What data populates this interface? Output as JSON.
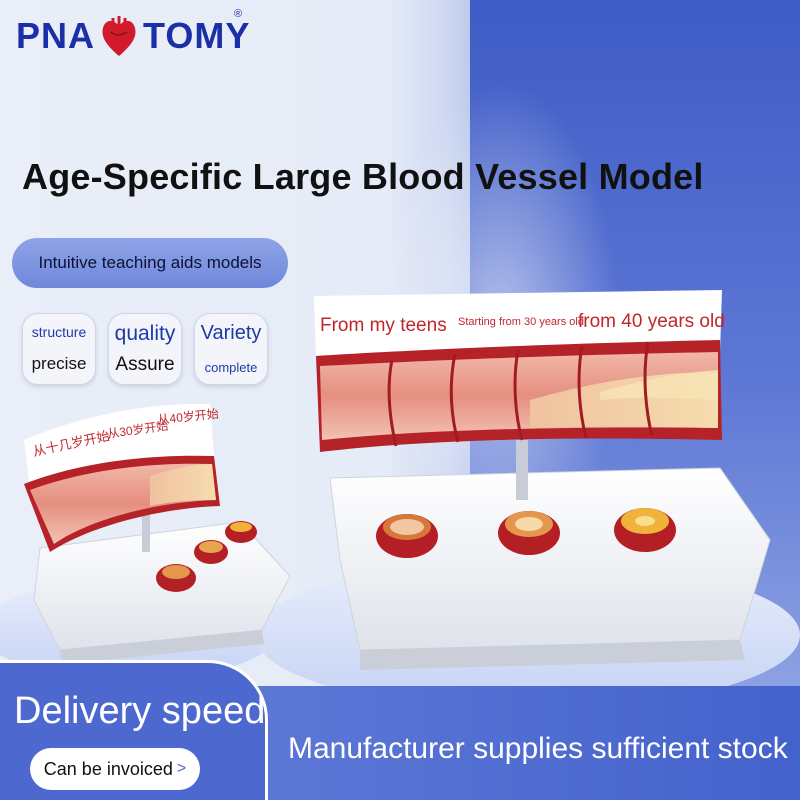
{
  "brand": {
    "left": "PNA",
    "right": "TOMY",
    "registered": "®"
  },
  "title": "Age-Specific Large Blood Vessel Model",
  "tagline": "Intuitive teaching aids models",
  "badges": [
    {
      "top": "structure",
      "bottom": "precise"
    },
    {
      "top": "quality",
      "bottom": "Assure"
    },
    {
      "top": "Variety",
      "bottom": "complete"
    }
  ],
  "model_labels_en": {
    "teens": "From my teens",
    "thirty": "Starting from 30 years old",
    "forty": "from 40 years old"
  },
  "model_labels_cn": {
    "teens": "从十几岁开始",
    "thirty": "从30岁开始",
    "forty": "从40岁开始"
  },
  "footer": {
    "delivery": "Delivery speed",
    "invoice": "Can be invoiced",
    "supply": "Manufacturer supplies sufficient stock"
  },
  "colors": {
    "brand": "#1a2fa8",
    "accent": "#4d69cf",
    "vessel": "#c0262b"
  }
}
